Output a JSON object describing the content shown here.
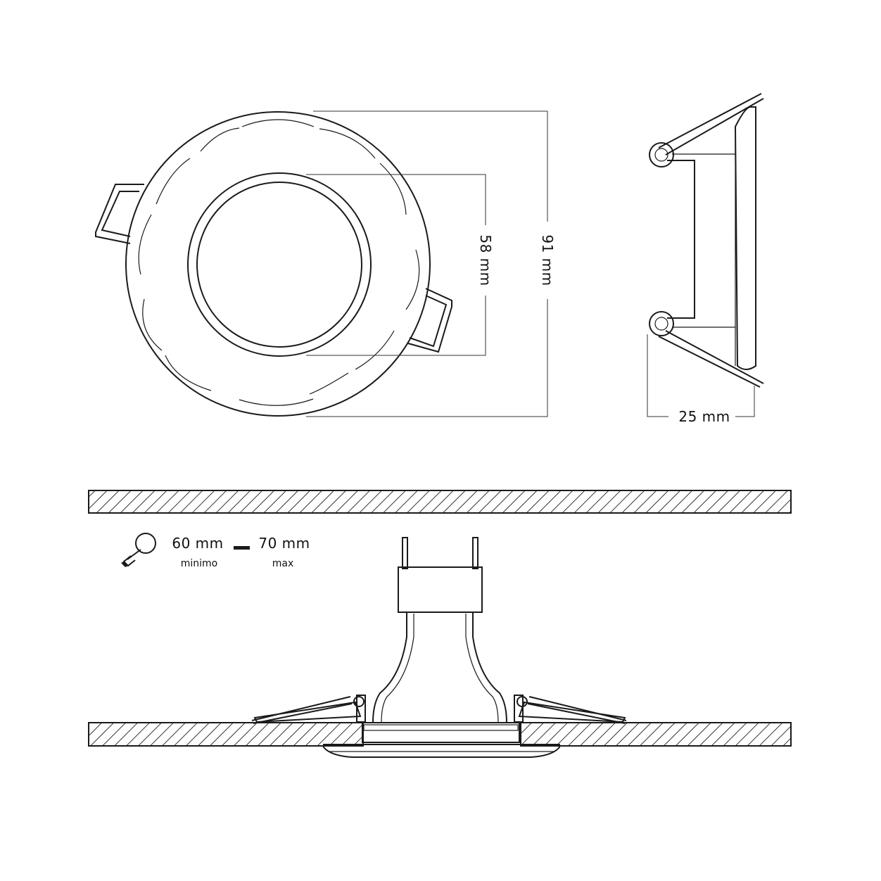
{
  "dimensions": {
    "inner_diameter": "58 mm",
    "outer_diameter": "91 mm",
    "depth": "25 mm"
  },
  "cutout": {
    "min_value": "60 mm",
    "min_label": "minimo",
    "max_value": "70 mm",
    "max_label": "max"
  },
  "colors": {
    "line": "#1a1a1a",
    "hatch": "#333333",
    "background": "#ffffff"
  },
  "icons": {
    "cutout_tool": "hole-saw-icon"
  }
}
